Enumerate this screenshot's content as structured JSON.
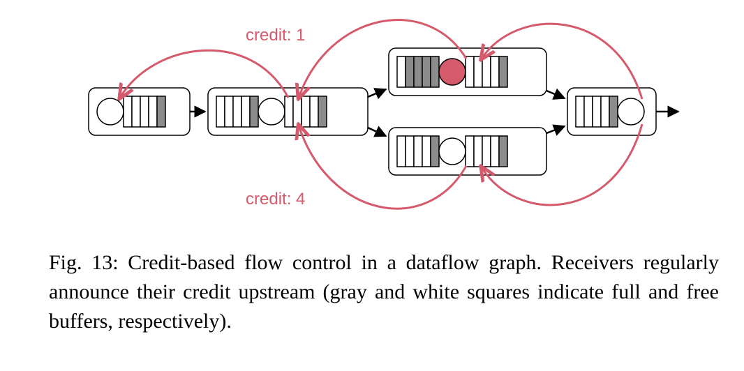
{
  "diagram": {
    "credit_labels": {
      "top": "credit: 1",
      "bottom": "credit: 4"
    },
    "colors": {
      "credit": "#d55a6c",
      "full_buffer": "#8c8c8c",
      "free_buffer": "#ffffff",
      "outline": "#000000",
      "box_fill": "#ffffff"
    },
    "nodes": [
      {
        "name": "source",
        "input_buffers": [],
        "output_buffers": [
          "free",
          "free",
          "free",
          "free",
          "full"
        ],
        "circle_highlight": false
      },
      {
        "name": "intermediate",
        "input_buffers": [
          "free",
          "free",
          "free",
          "free",
          "full"
        ],
        "output_buffers": [
          "free",
          "free",
          "free",
          "free",
          "full"
        ],
        "circle_highlight": false
      },
      {
        "name": "upper-branch",
        "input_buffers": [
          "free",
          "full",
          "full",
          "full",
          "full"
        ],
        "output_buffers": [
          "free",
          "free",
          "free",
          "free",
          "full"
        ],
        "circle_highlight": true
      },
      {
        "name": "lower-branch",
        "input_buffers": [
          "free",
          "free",
          "free",
          "free",
          "full"
        ],
        "output_buffers": [
          "free",
          "free",
          "free",
          "free",
          "full"
        ],
        "circle_highlight": false
      },
      {
        "name": "sink",
        "input_buffers": [
          "free",
          "free",
          "free",
          "free",
          "full"
        ],
        "output_buffers": [],
        "circle_highlight": false
      }
    ]
  },
  "caption": {
    "text": "Fig. 13: Credit-based flow control in a dataflow graph. Receivers regularly announce their credit upstream (gray and white squares indicate full and free buffers, respectively)."
  }
}
